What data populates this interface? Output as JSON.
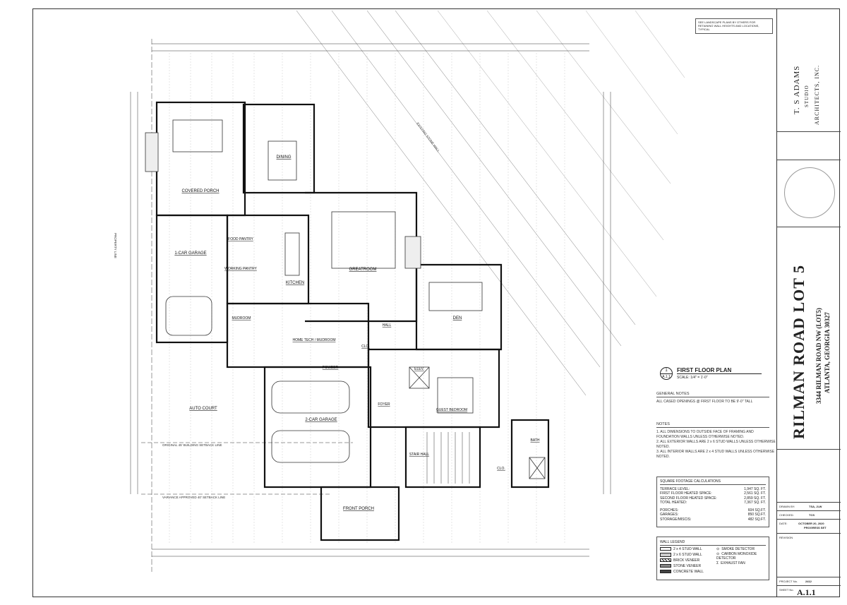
{
  "landscape_note": "SEE LANDSCAPE PLANS BY OTHERS FOR RETAINING WALL HEIGHTS AND LOCATIONS, TYPICAL",
  "drawing": {
    "title": "FIRST FLOOR PLAN",
    "detail_number": "1",
    "sheet_ref": "A.1.1",
    "scale": "SCALE: 1/4\" = 1'-0\""
  },
  "rooms": {
    "covered_porch": "COVERED PORCH",
    "dining": "DINING",
    "greatroom": "GREATROOM",
    "kitchen": "KITCHEN",
    "garage1": "1-CAR GARAGE",
    "food_pantry": "FOOD PANTRY",
    "working_pantry": "WORKING PANTRY",
    "mudroom": "MUDROOM",
    "hall": "HALL",
    "den": "DEN",
    "home_tech": "HOME TECH / MUDROOM",
    "powder": "POWDER",
    "clo": "CLO.",
    "foyer": "FOYER",
    "elev": "ELEV.",
    "guest_bedroom": "GUEST BEDROOM",
    "garage2": "2-CAR GARAGE",
    "auto_court": "AUTO COURT",
    "stair_hall": "STAIR HALL",
    "bath": "BATH",
    "front_porch": "FRONT PORCH",
    "clo2": "CLO."
  },
  "site": {
    "setback_original": "ORIGINAL 45' BUILDING SETBACK LINE",
    "setback_variance": "VARIANCE APPROVED 40' SETBACK LINE",
    "property_line": "PROPERTY LINE",
    "existing_stone_wall": "EXISTING STONE WALL"
  },
  "general_notes": {
    "header": "GENERAL NOTES",
    "text": "ALL CASED OPENINGS @ FIRST FLOOR TO BE 9'-0\" TALL"
  },
  "notes": {
    "header": "NOTES",
    "items": [
      "1. ALL DIMENSIONS TO OUTSIDE FACE OF FRAMING AND FOUNDATION WALLS UNLESS OTHERWISE NOTED.",
      "2. ALL EXTERIOR WALLS ARE 2 x 6 STUD WALLS UNLESS OTHERWISE NOTED.",
      "3. ALL INTERIOR WALLS ARE 2 x 4 STUD WALLS UNLESS OTHERWISE NOTED."
    ]
  },
  "sqft": {
    "header": "SQUARE FOOTAGE CALCULATIONS",
    "rows": [
      {
        "label": "TERRACE LEVEL:",
        "value": "1,947 SQ. FT."
      },
      {
        "label": "FIRST FLOOR HEATED SPACE:",
        "value": "2,561 SQ. FT."
      },
      {
        "label": "SECOND FLOOR HEATED SPACE:",
        "value": "2,859 SQ. FT."
      },
      {
        "label": "TOTAL HEATED:",
        "value": "7,367 SQ. FT."
      },
      {
        "label": "PORCHES:",
        "value": "604 SQ.FT."
      },
      {
        "label": "GARAGES:",
        "value": "850 SQ.FT."
      },
      {
        "label": "STORAGE/MISCIS:",
        "value": "482 SQ.FT."
      }
    ]
  },
  "legend": {
    "header": "WALL LEGEND",
    "left": [
      "2 x 4 STUD WALL",
      "2 x 6 STUD WALL",
      "BRICK VENEER",
      "STONE VENEER",
      "CONCRETE WALL"
    ],
    "right": [
      "SMOKE DETECTOR",
      "CARBON MONOXIDE DETECTOR",
      "EXHAUST FAN"
    ]
  },
  "title_block": {
    "firm_1": "T. S ADAMS",
    "firm_2": "STUDIO",
    "firm_3": "ARCHITECTS, INC.",
    "project_title": "RILMAN ROAD LOT 5",
    "address_1": "3344 RILMAN ROAD NW (LOT5)",
    "address_2": "ATLANTA, GEORGIA 30327",
    "drawn_by_label": "DRAWN BY:",
    "drawn_by": "TSA, JLW",
    "checked_label": "CHECKED:",
    "checked": "TCS",
    "date_label": "DATE:",
    "date": "OCTOBER 20, 2020",
    "set": "PROGRESS SET",
    "revision_label": "REVISION",
    "project_no_label": "PROJECT No.",
    "project_no": "2412",
    "sheet_no_label": "SHEET No.",
    "sheet_no": "A.1.1"
  }
}
